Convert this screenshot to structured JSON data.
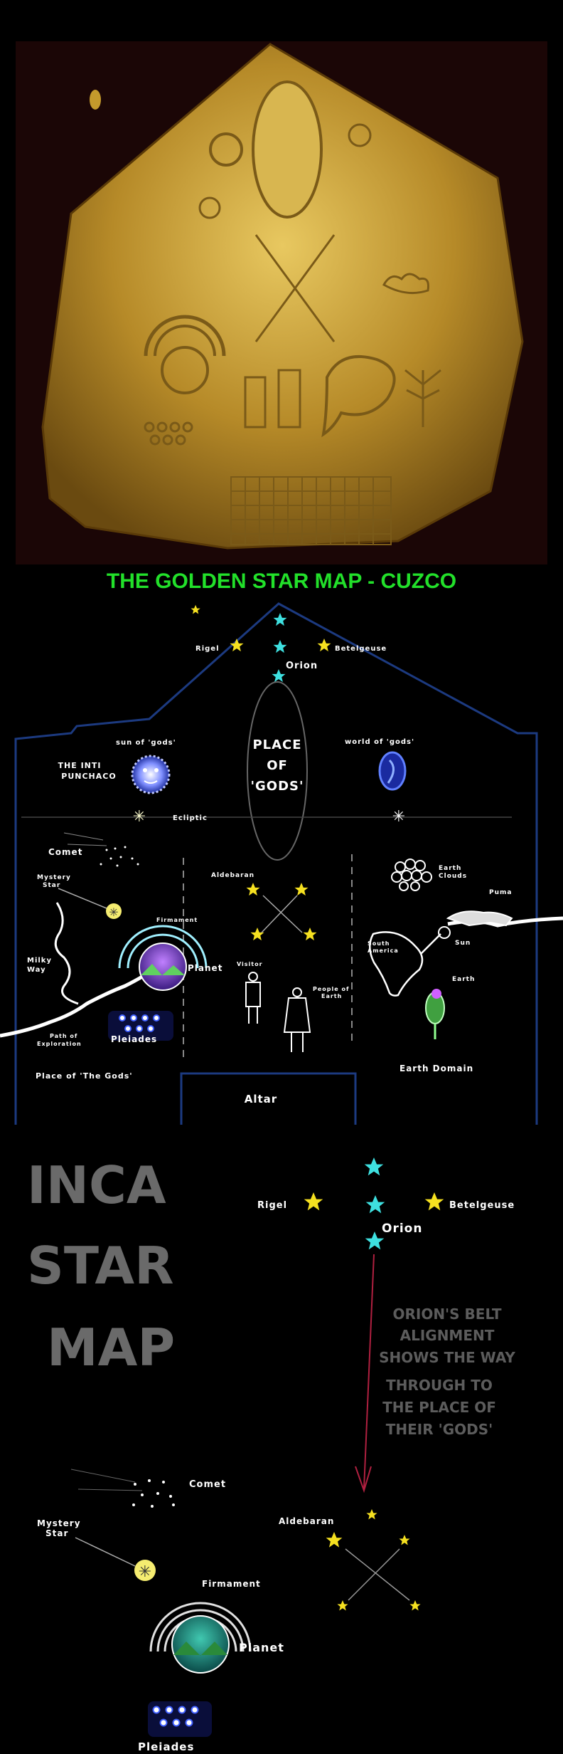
{
  "section1": {
    "title": "THE GOLDEN STAR MAP - CUZCO"
  },
  "section2": {
    "labels": {
      "rigel": "Rigel",
      "betelgeuse": "Betelgeuse",
      "orion": "Orion",
      "place_line1": "PLACE",
      "place_line2": "OF",
      "place_line3": "'GODS'",
      "sun_of_gods": "sun of 'gods'",
      "world_of_gods": "world of 'gods'",
      "inti_line1": "THE INTI",
      "inti_line2": "PUNCHACO",
      "ecliptic": "Ecliptic",
      "comet": "Comet",
      "mystery_line1": "Mystery",
      "mystery_line2": "Star",
      "aldebaran": "Aldebaran",
      "earth_clouds_line1": "Earth",
      "earth_clouds_line2": "Clouds",
      "puma": "Puma",
      "firmament": "Firmament",
      "milky_line1": "Milky",
      "milky_line2": "Way",
      "planet": "Planet",
      "visitor": "Visitor",
      "south_america_line1": "South",
      "south_america_line2": "America",
      "sun": "Sun",
      "people_line1": "People of",
      "people_line2": "Earth",
      "earth": "Earth",
      "path_line1": "Path of",
      "path_line2": "Exploration",
      "pleiades": "Pleiades",
      "place_of_gods": "Place of 'The Gods'",
      "earth_domain": "Earth Domain",
      "altar": "Altar"
    }
  },
  "section3": {
    "heading": [
      "INCA",
      "STAR",
      "MAP"
    ],
    "rigel": "Rigel",
    "betelgeuse": "Betelgeuse",
    "orion": "Orion",
    "note": [
      "ORION'S BELT",
      "ALIGNMENT",
      "SHOWS THE WAY",
      "THROUGH TO",
      "THE PLACE OF",
      "THEIR 'GODS'"
    ],
    "comet": "Comet",
    "mystery_line1": "Mystery",
    "mystery_line2": "Star",
    "aldebaran": "Aldebaran",
    "firmament": "Firmament",
    "planet": "Planet",
    "pleiades": "Pleiades"
  },
  "colors": {
    "title_green": "#22e02a",
    "star_yellow": "#f5e020",
    "star_cyan": "#3ee0e0",
    "outline_blue": "#1c3a80",
    "gold": "#c49a2c",
    "arrow_red": "#b02040"
  }
}
